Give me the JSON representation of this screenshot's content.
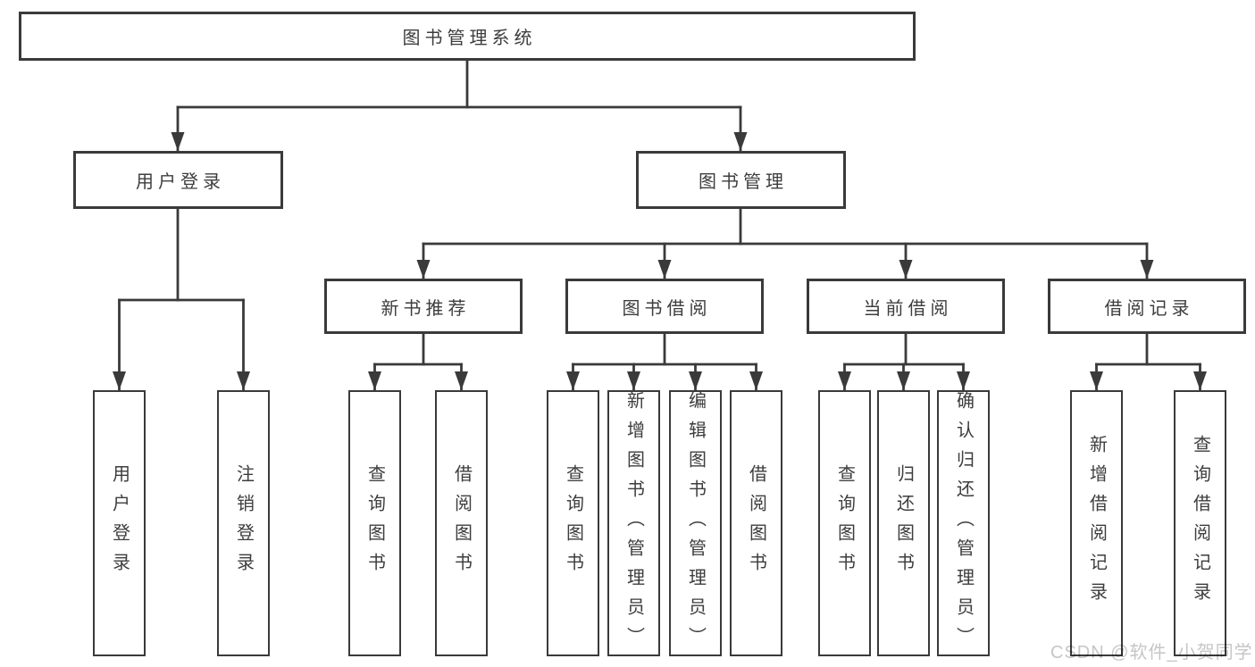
{
  "colors": {
    "line": "#3a3a3a",
    "box_border": "#3a3a3a",
    "text": "#3d3d3d",
    "box_background": "#ffffff",
    "page_background": "#ffffff",
    "watermark": "#c6c6c6"
  },
  "root": {
    "label": "图书管理系统"
  },
  "level2": {
    "user_login": {
      "label": "用户登录"
    },
    "book_management": {
      "label": "图书管理"
    }
  },
  "level3": {
    "new_book_recommend": {
      "label": "新书推荐"
    },
    "book_borrow": {
      "label": "图书借阅"
    },
    "current_borrow": {
      "label": "当前借阅"
    },
    "borrow_record": {
      "label": "借阅记录"
    }
  },
  "level4": {
    "login": {
      "label": "用户登录"
    },
    "logout": {
      "label": "注销登录"
    },
    "recommend_query_books": {
      "label": "查询图书"
    },
    "recommend_borrow_books": {
      "label": "借阅图书"
    },
    "borrow_query_books": {
      "label": "查询图书"
    },
    "borrow_add_books": {
      "label": "新增图书（管理员）"
    },
    "borrow_edit_books": {
      "label": "编辑图书（管理员）"
    },
    "borrow_borrow_books": {
      "label": "借阅图书"
    },
    "current_query_books": {
      "label": "查询图书"
    },
    "current_return_books": {
      "label": "归还图书"
    },
    "current_confirm_return": {
      "label": "确认归还（管理员）"
    },
    "record_add_borrow": {
      "label": "新增借阅记录"
    },
    "record_query_borrow": {
      "label": "查询借阅记录"
    }
  },
  "watermark": {
    "text": "CSDN @软件_小贺同学"
  }
}
